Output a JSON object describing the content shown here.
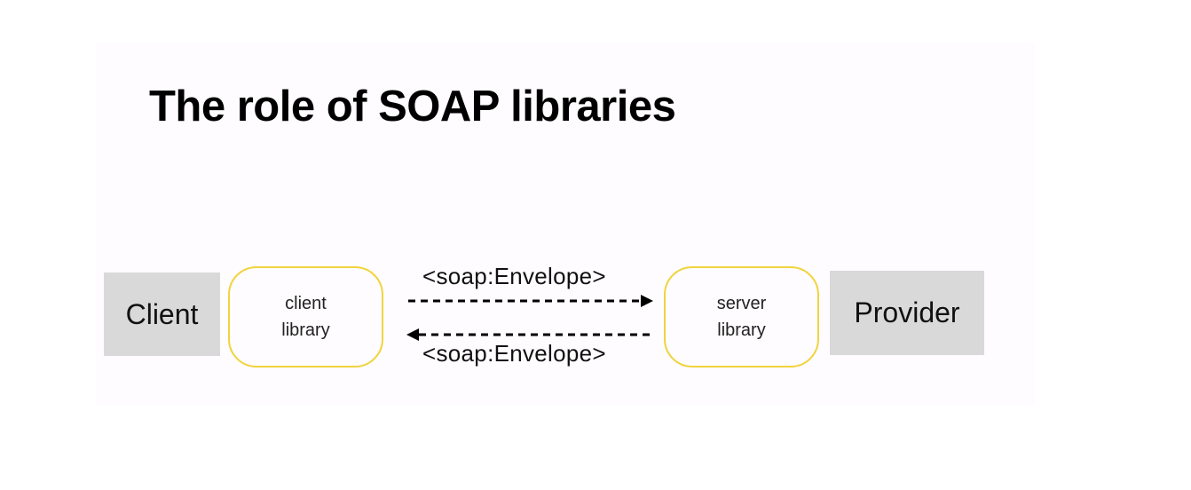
{
  "title": "The role of SOAP libraries",
  "nodes": {
    "client": "Client",
    "client_library_line1": "client",
    "client_library_line2": "library",
    "server_library_line1": "server",
    "server_library_line2": "library",
    "provider": "Provider"
  },
  "messages": {
    "request": "<soap:Envelope>",
    "response": "<soap:Envelope>"
  },
  "colors": {
    "library_border": "#f1d33e",
    "endpoint_fill": "#d9d9d9",
    "arrow": "#000000"
  }
}
